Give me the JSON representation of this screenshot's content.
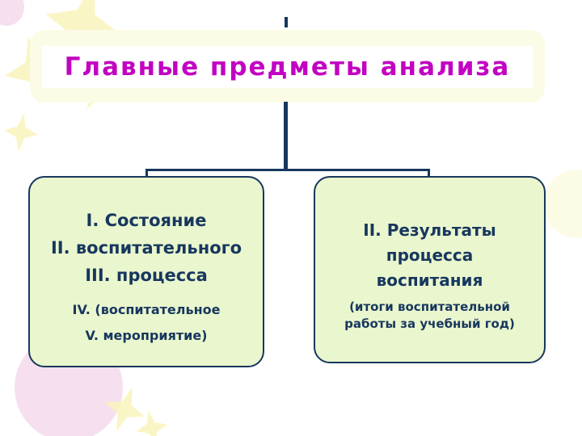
{
  "slide": {
    "title": "Главные предметы анализа"
  },
  "left_box": {
    "main_lines": [
      "I.  Состояние",
      "II. воспитательного",
      "III. процесса"
    ],
    "sub_lines": [
      "IV. (воспитательное",
      "V.  мероприятие)"
    ]
  },
  "right_box": {
    "main_lines": [
      "II. Результаты",
      "процесса",
      "воспитания"
    ],
    "sub_lines": [
      "(итоги воспитательной",
      "работы за учебный год)"
    ]
  },
  "colors": {
    "title_text": "#c203c2",
    "title_panel_fill": "#fcfce6",
    "box_fill": "#eaf6cd",
    "box_border": "#17375e",
    "box_text": "#17375e",
    "connector": "#17375e",
    "decoration_yellow": "#f9f3bb",
    "decoration_pink": "#f6dfee"
  },
  "decorations": [
    "starburst-top-left",
    "pink-blob-top-left-corner",
    "pink-circle-bottom-left",
    "sparkles-bottom-left",
    "cream-blob-right-edge"
  ]
}
